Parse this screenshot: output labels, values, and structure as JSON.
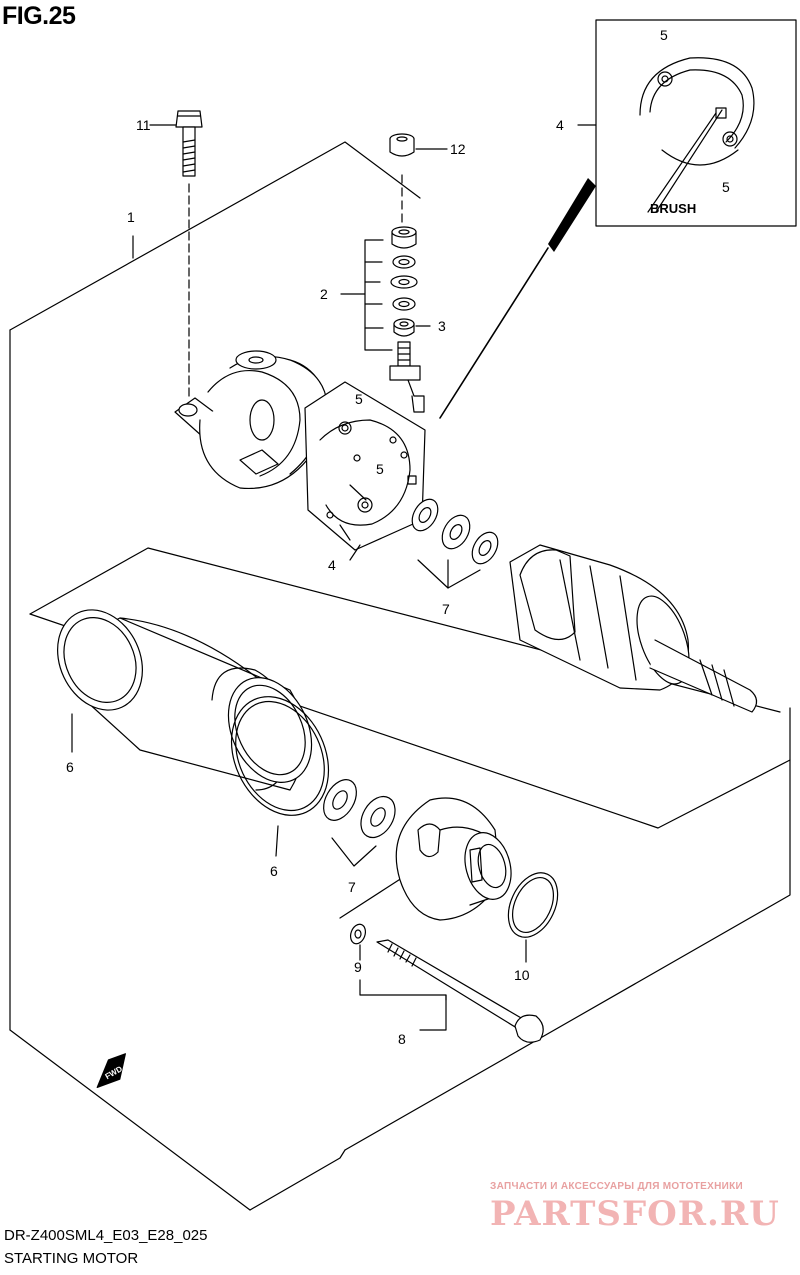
{
  "figure": {
    "title": "FIG.25"
  },
  "callouts": {
    "c1": "1",
    "c2": "2",
    "c3": "3",
    "c4_main": "4",
    "c4_inset": "4",
    "c5_inset_top": "5",
    "c5_inset_bottom": "5",
    "c5_plate_top": "5",
    "c5_plate_mid": "5",
    "c6_left": "6",
    "c6_mid": "6",
    "c7_upper": "7",
    "c7_lower": "7",
    "c8": "8",
    "c9": "9",
    "c10": "10",
    "c11": "11",
    "c12": "12"
  },
  "inset": {
    "brush_label": "BRUSH"
  },
  "direction": {
    "fwd_label": "FWD"
  },
  "footer": {
    "model_code": "DR-Z400SML4_E03_E28_025",
    "section_name": "STARTING MOTOR"
  },
  "watermark": {
    "small": "ЗАПЧАСТИ И АКСЕССУАРЫ ДЛЯ МОТОТЕХНИКИ",
    "big": "PARTSFOR.RU"
  },
  "colors": {
    "line": "#000000",
    "watermark": "#f2b4b4"
  }
}
